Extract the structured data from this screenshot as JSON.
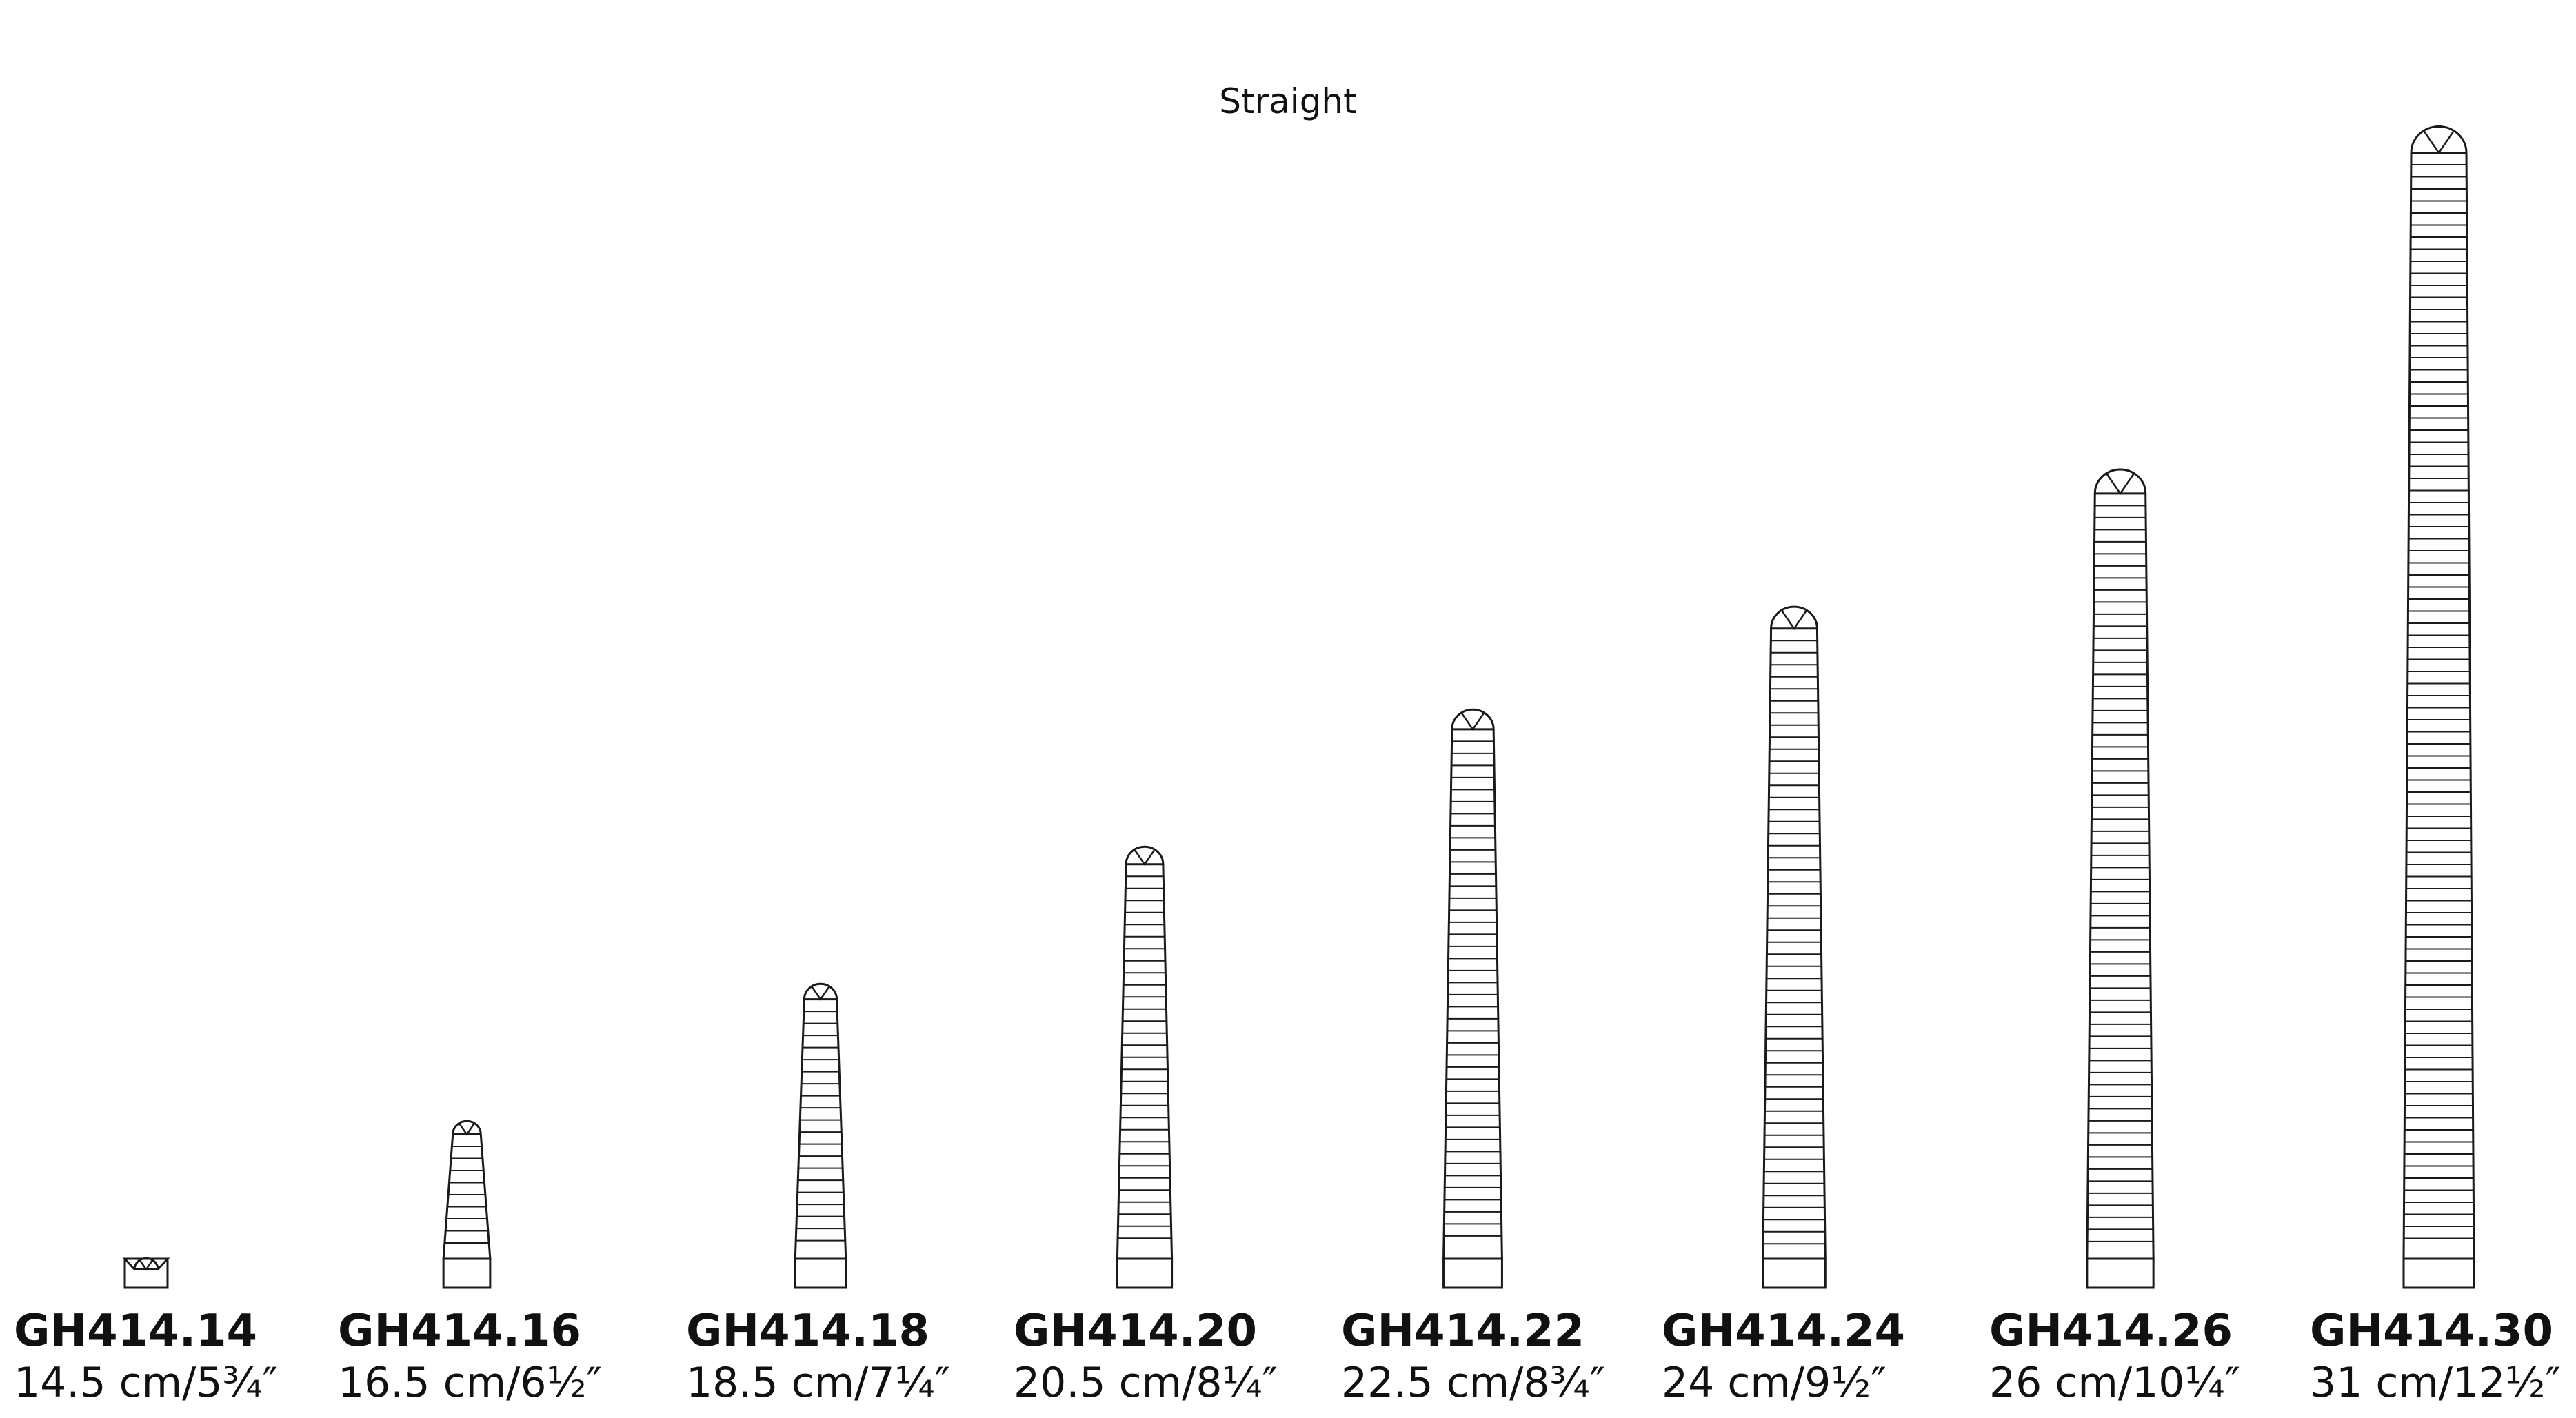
{
  "title": "Straight",
  "colors": {
    "stroke": "#1a1a1a",
    "background": "#ffffff",
    "text": "#111111"
  },
  "instruments": [
    {
      "code": "GH414.14",
      "size": "14.5 cm/5¾″",
      "length_cm": 14.5
    },
    {
      "code": "GH414.16",
      "size": "16.5 cm/6½″",
      "length_cm": 16.5
    },
    {
      "code": "GH414.18",
      "size": "18.5 cm/7¼″",
      "length_cm": 18.5
    },
    {
      "code": "GH414.20",
      "size": "20.5 cm/8¼″",
      "length_cm": 20.5
    },
    {
      "code": "GH414.22",
      "size": "22.5 cm/8¾″",
      "length_cm": 22.5
    },
    {
      "code": "GH414.24",
      "size": "24 cm/9½″",
      "length_cm": 24
    },
    {
      "code": "GH414.26",
      "size": "26 cm/10¼″",
      "length_cm": 26
    },
    {
      "code": "GH414.30",
      "size": "31 cm/12½″",
      "length_cm": 31
    }
  ]
}
